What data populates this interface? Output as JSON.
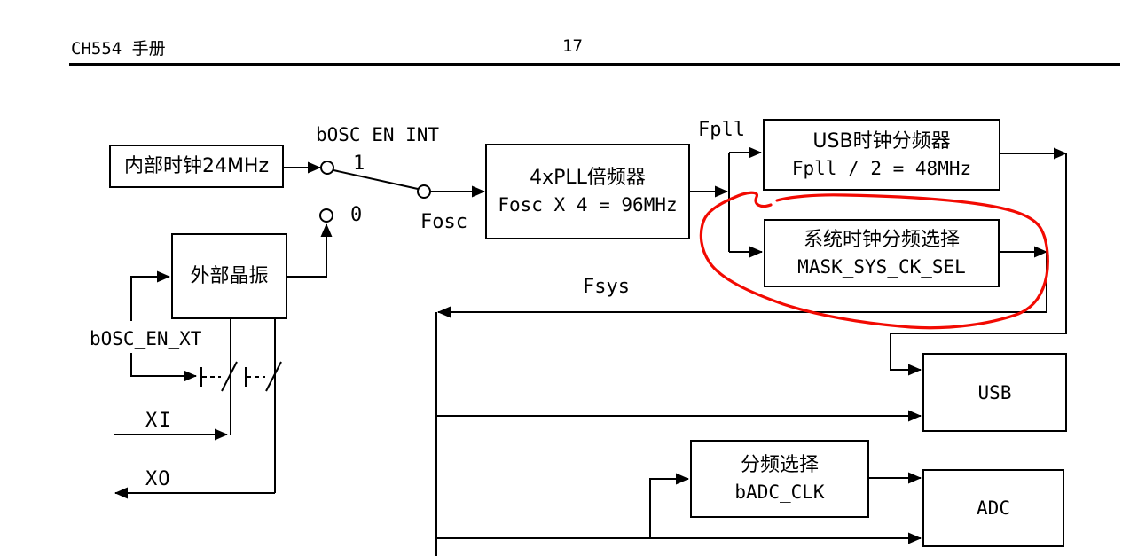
{
  "page": {
    "header_title": "CH554 手册",
    "page_number": "17"
  },
  "colors": {
    "background": "#ffffff",
    "line": "#000000",
    "annotation_red": "#f20a02"
  },
  "diagram": {
    "blocks": {
      "internal_clock": {
        "line1": "内部时钟24MHz"
      },
      "pll": {
        "line1": "4xPLL倍频器",
        "line2": "Fosc X 4 = 96MHz"
      },
      "usb_divider": {
        "line1": "USB时钟分频器",
        "line2": "Fpll / 2 = 48MHz"
      },
      "sys_clock_select": {
        "line1": "系统时钟分频选择",
        "line2": "MASK_SYS_CK_SEL"
      },
      "ext_crystal": {
        "line1": "外部晶振"
      },
      "adc_divider": {
        "line1": "分频选择",
        "line2": "bADC_CLK"
      },
      "usb": {
        "line1": "USB"
      },
      "adc": {
        "line1": "ADC"
      }
    },
    "labels": {
      "bosc_en_int": "bOSC_EN_INT",
      "switch_pos_1": "1",
      "switch_pos_0": "0",
      "fosc": "Fosc",
      "fpll": "Fpll",
      "fsys": "Fsys",
      "bosc_en_xt": "bOSC_EN_XT",
      "xi": "XI",
      "xo": "XO"
    },
    "annotation": {
      "type": "freehand-circle",
      "highlights": "sys_clock_select"
    }
  }
}
